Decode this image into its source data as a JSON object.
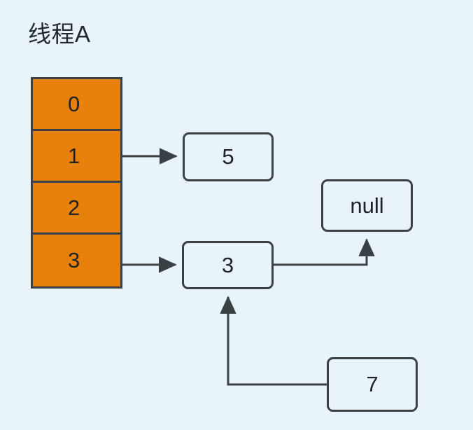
{
  "diagram": {
    "title": "线程A",
    "background_color": "#e8f4f9",
    "stroke_color": "#3a4145",
    "array_fill_color": "#e8810c",
    "text_color": "#1f2327",
    "array": {
      "name": "hash-bucket-array",
      "cells": [
        {
          "index": "0",
          "has_link": false
        },
        {
          "index": "1",
          "has_link": true
        },
        {
          "index": "2",
          "has_link": false
        },
        {
          "index": "3",
          "has_link": true
        }
      ]
    },
    "nodes": [
      {
        "id": "node-5",
        "label": "5"
      },
      {
        "id": "node-null",
        "label": "null"
      },
      {
        "id": "node-3",
        "label": "3"
      },
      {
        "id": "node-7",
        "label": "7"
      }
    ],
    "edges": [
      {
        "from": "array-cell-1",
        "to": "node-5",
        "direction": "right"
      },
      {
        "from": "array-cell-3",
        "to": "node-3",
        "direction": "right"
      },
      {
        "from": "node-3",
        "to": "node-null",
        "direction": "right-up"
      },
      {
        "from": "node-7",
        "to": "node-3",
        "direction": "left-up"
      }
    ]
  }
}
